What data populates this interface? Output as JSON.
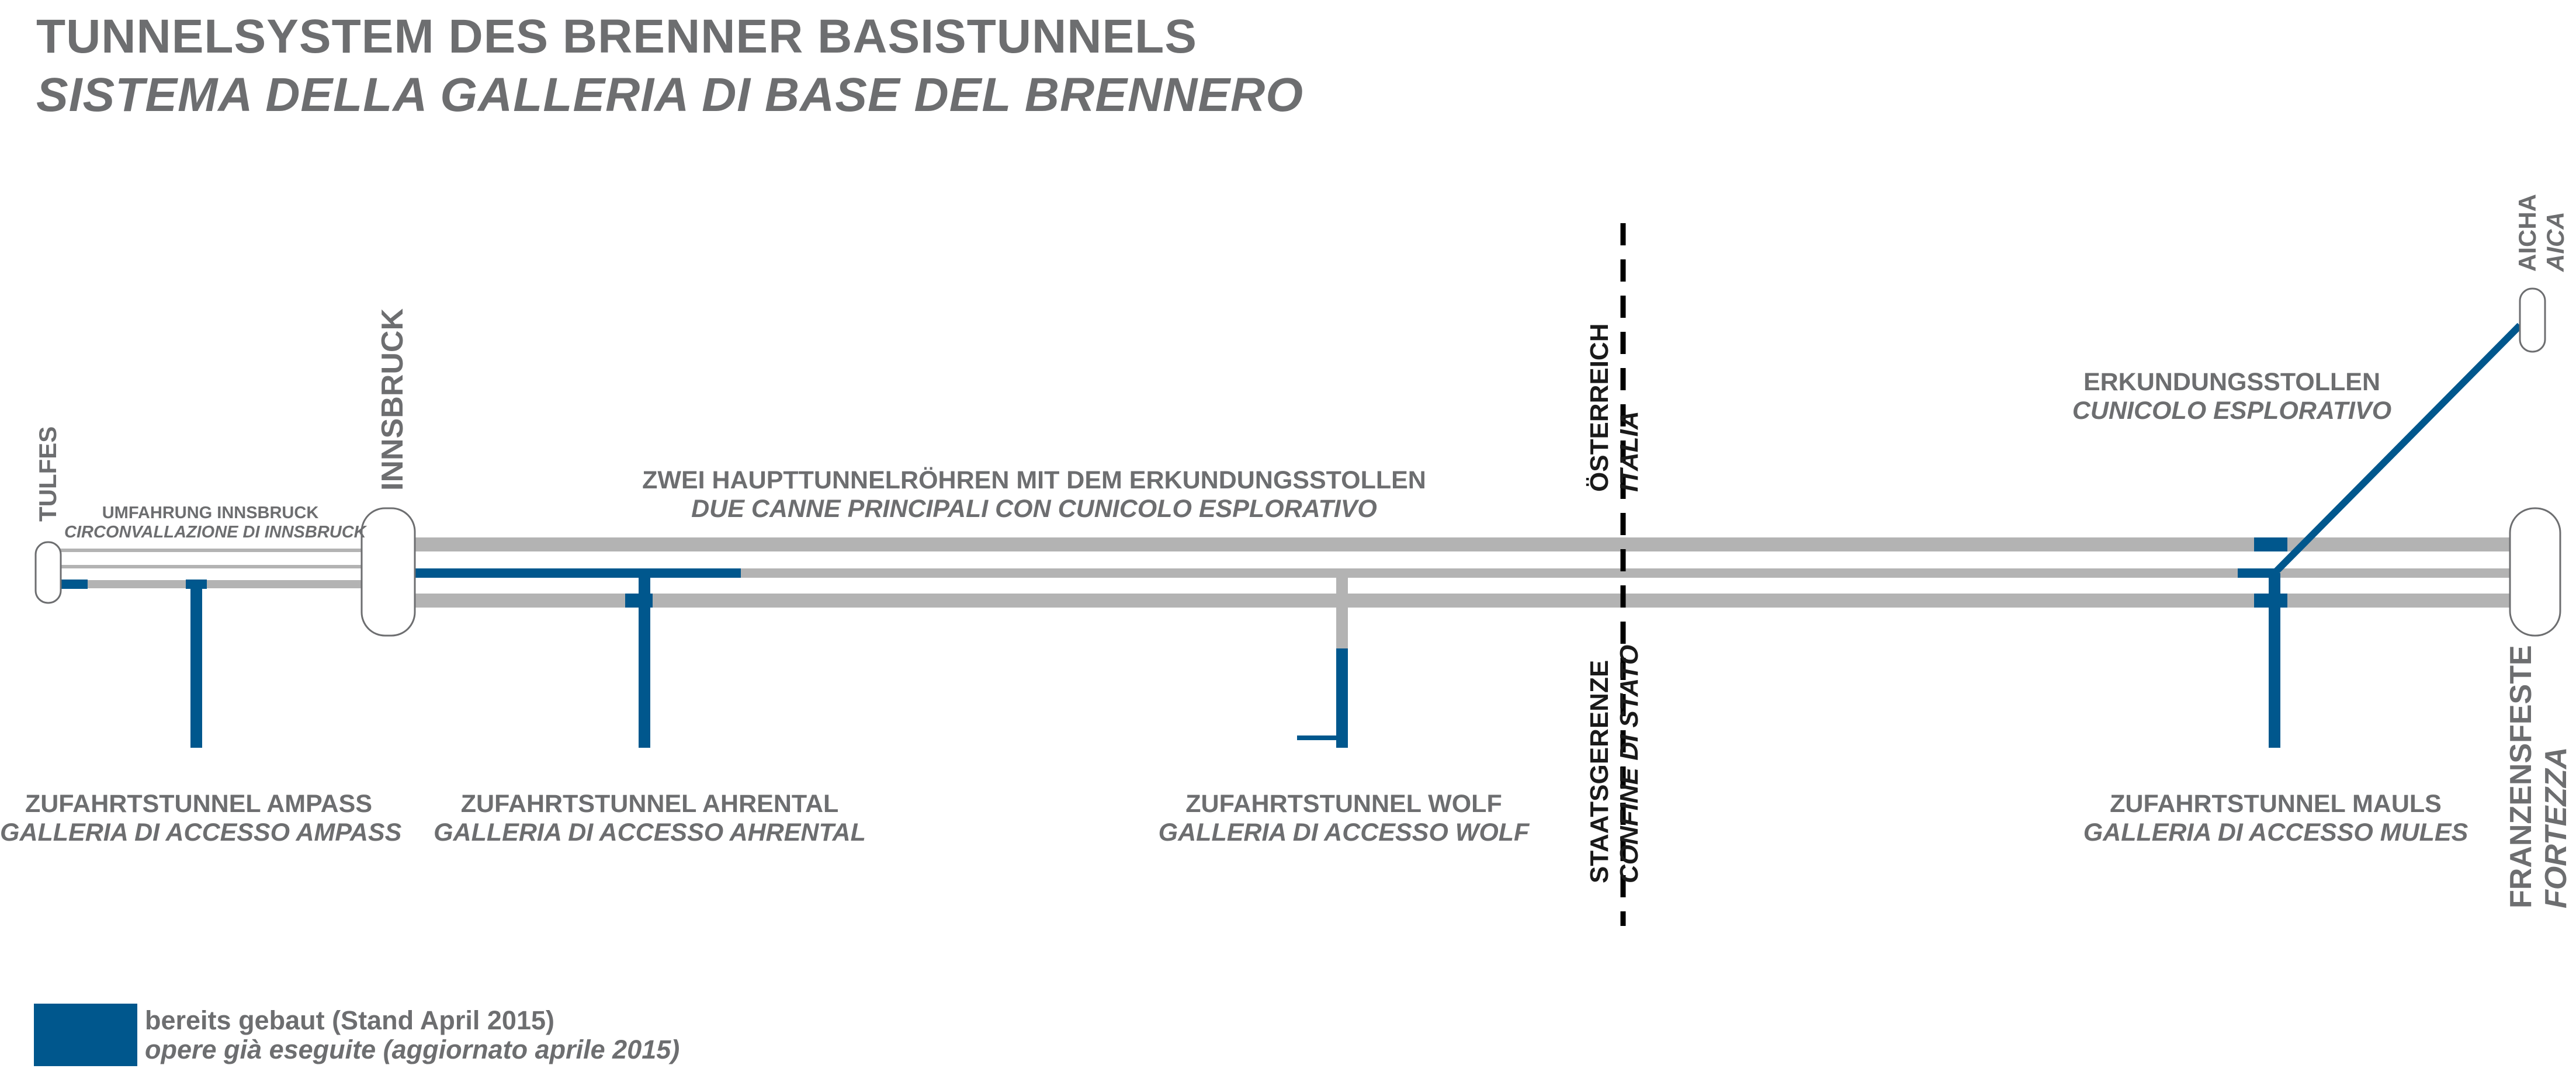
{
  "title": {
    "de": "TUNNELSYSTEM DES BRENNER BASISTUNNELS",
    "it": "SISTEMA DELLA GALLERIA DI BASE DEL BRENNERO"
  },
  "colors": {
    "built": "#00578d",
    "planned": "#b3b3b3",
    "text": "#6d6e70",
    "border": "#000000"
  },
  "stations": {
    "tulfes": "TULFES",
    "innsbruck": "INNSBRUCK",
    "aicha_de": "AICHA",
    "aicha_it": "AICA",
    "franzensfeste_de": "FRANZENSFESTE",
    "franzensfeste_it": "FORTEZZA"
  },
  "bypass": {
    "de": "UMFAHRUNG INNSBRUCK",
    "it": "CIRCONVALLAZIONE DI INNSBRUCK"
  },
  "main_tunnels": {
    "de": "ZWEI HAUPTTUNNELRÖHREN MIT DEM ERKUNDUNGSSTOLLEN",
    "it": "DUE CANNE PRINCIPALI CON CUNICOLO ESPLORATIVO"
  },
  "exploratory": {
    "de": "ERKUNDUNGSSTOLLEN",
    "it": "CUNICOLO ESPLORATIVO"
  },
  "access_tunnels": [
    {
      "de": "ZUFAHRTSTUNNEL AMPASS",
      "it": "GALLERIA DI ACCESSO AMPASS"
    },
    {
      "de": "ZUFAHRTSTUNNEL AHRENTAL",
      "it": "GALLERIA DI ACCESSO AHRENTAL"
    },
    {
      "de": "ZUFAHRTSTUNNEL WOLF",
      "it": "GALLERIA DI ACCESSO WOLF"
    },
    {
      "de": "ZUFAHRTSTUNNEL MAULS",
      "it": "GALLERIA DI ACCESSO MULES"
    }
  ],
  "border": {
    "country_de": "ÖSTERREICH",
    "country_it": "ITALIA",
    "label_de": "STAATSGERENZE",
    "label_it": "CONFINE DI STATO"
  },
  "legend": {
    "de": "bereits gebaut (Stand April 2015)",
    "it": "opere già eseguite (aggiornato aprile 2015)"
  }
}
